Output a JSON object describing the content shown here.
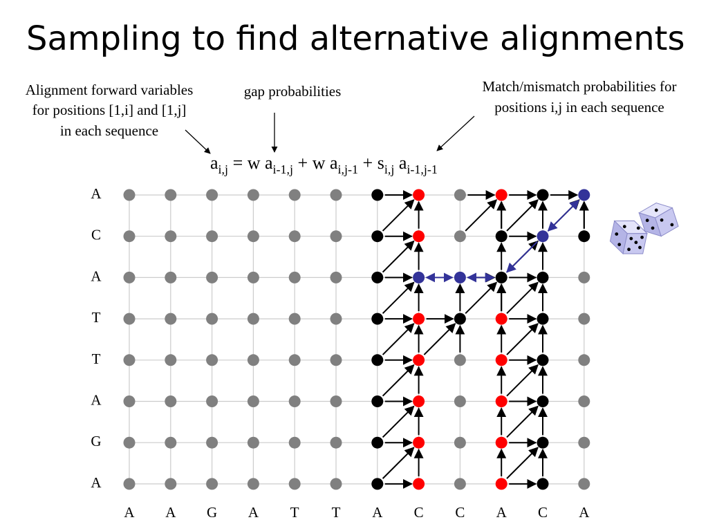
{
  "title": "Sampling to find alternative alignments",
  "annotations": {
    "forward_vars": [
      "Alignment forward variables",
      "for positions [1,i] and [1,j]",
      "in each sequence"
    ],
    "gap_probs": "gap probabilities",
    "match_probs": [
      "Match/mismatch probabilities for",
      "positions i,j in each sequence"
    ]
  },
  "formula": {
    "a": "a",
    "lhs_sub": "i,j",
    "eq_w": " = w a",
    "t1_sub": "i-1,j",
    "plus_w": " + w a",
    "t2_sub": "i,j-1",
    "plus_s": " + s",
    "s_sub": "i,j",
    "sp_a": " a",
    "t3_sub": "i-1,j-1"
  },
  "sequence_x": [
    "A",
    "A",
    "G",
    "A",
    "T",
    "T",
    "A",
    "C",
    "C",
    "A",
    "C",
    "A"
  ],
  "sequence_y": [
    "A",
    "C",
    "A",
    "T",
    "T",
    "A",
    "G",
    "A"
  ],
  "colors": {
    "grid_line": "#cccccc",
    "inactive_node": "#808080",
    "computed_node": "#000000",
    "match_node": "#ff0000",
    "sampled_path": "#333399",
    "dice": "#c8c8f0"
  },
  "icons": [
    "dice-icon"
  ]
}
